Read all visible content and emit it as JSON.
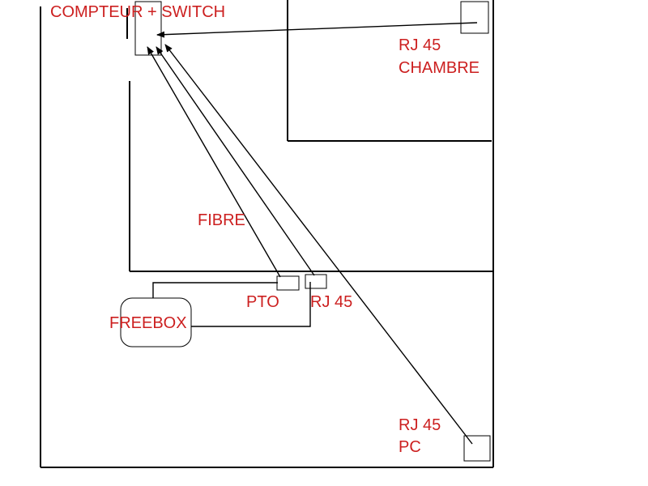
{
  "diagram": {
    "labels": {
      "compteur_switch": "COMPTEUR + SWITCH",
      "rj45_chambre_line1": "RJ 45",
      "rj45_chambre_line2": "CHAMBRE",
      "fibre": "FIBRE",
      "pto": "PTO",
      "rj45_salon": "RJ 45",
      "freebox": "FREEBOX",
      "rj45_pc_line1": "RJ 45",
      "rj45_pc_line2": "PC"
    },
    "colors": {
      "label_text": "#cc1f1f",
      "lines": "#000000",
      "background": "#ffffff"
    }
  }
}
